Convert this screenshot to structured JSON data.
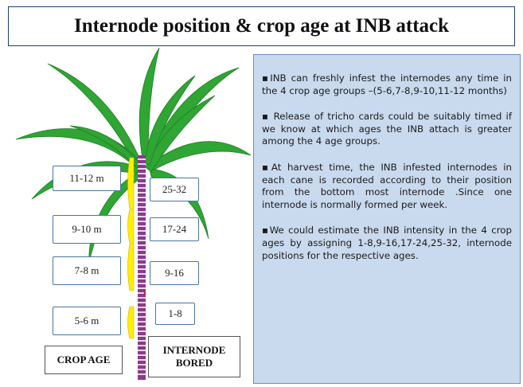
{
  "title": "Internode position & crop age at INB attack",
  "crop_age_labels": [
    "11-12 m",
    "9-10 m",
    "7-8 m",
    "5-6 m"
  ],
  "internode_labels": [
    "25-32",
    "17-24",
    "9-16",
    "1-8"
  ],
  "captions": {
    "crop_age": "CROP AGE",
    "internode_line1": "INTERNODE",
    "internode_line2": "BORED"
  },
  "bullets": [
    "▪INB can freshly infest the internodes  any time in the 4 crop age groups –(5-6,7-8,9-10,11-12 months)",
    "▪ Release of tricho cards could be suitably timed if we know at which ages the INB attach is greater among the 4 age groups.",
    "▪At harvest time, the INB infested internodes   in each cane is recorded according to their position from the bottom most internode .Since  one internode is normally formed per week.",
    "▪We could estimate the INB intensity in the 4 crop ages by assigning 1-8,9-16,17-24,25-32, internode positions for the respective ages."
  ],
  "colors": {
    "leaf": "#2fa534",
    "leaf_dark": "#1f7f25",
    "cane": "#8b3a8b",
    "bracket": "#ffee00",
    "panel": "#c9d9ee",
    "title_border": "#1f3f6e"
  }
}
